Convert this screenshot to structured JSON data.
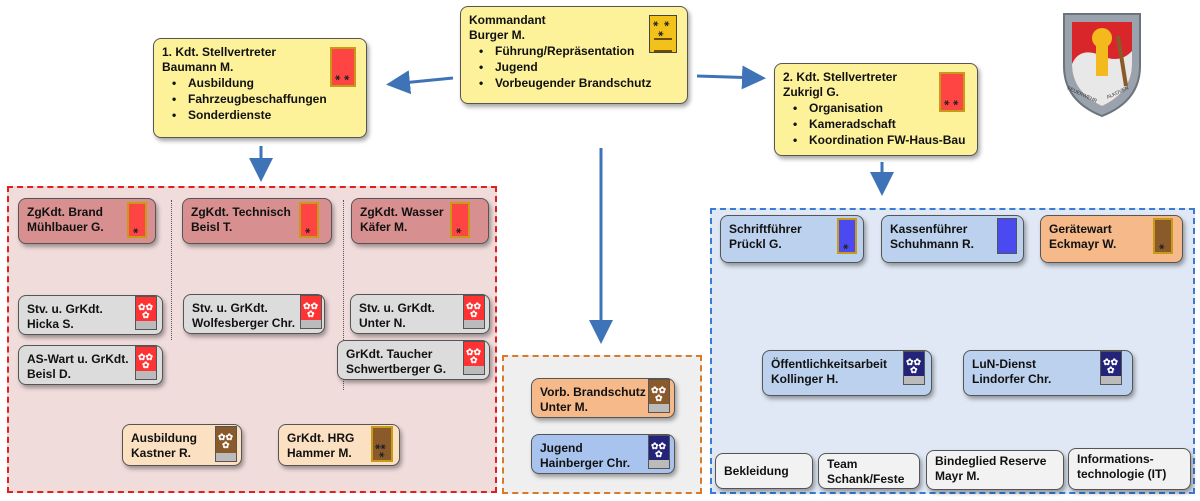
{
  "commander": {
    "title": "Kommandant",
    "name": "Burger M.",
    "duties": [
      "Führung/Repräsentation",
      "Jugend",
      "Vorbeugender Brandschutz"
    ]
  },
  "deputy1": {
    "title": "1. Kdt. Stellvertreter",
    "name": "Baumann M.",
    "duties": [
      "Ausbildung",
      "Fahrzeugbeschaffungen",
      "Sonderdienste"
    ]
  },
  "deputy2": {
    "title": "2. Kdt. Stellvertreter",
    "name": "Zukrigl G.",
    "duties": [
      "Organisation",
      "Kameradschaft",
      "Koordination FW-Haus-Bau"
    ]
  },
  "red_group": {
    "zug1": {
      "role": "ZgKdt. Brand",
      "name": "Mühlbauer G."
    },
    "zug2": {
      "role": "ZgKdt. Technisch",
      "name": "Beisl T."
    },
    "zug3": {
      "role": "ZgKdt. Wasser",
      "name": "Käfer M."
    },
    "stv1": {
      "role": "Stv. u. GrKdt.",
      "name": "Hicka S."
    },
    "aswart": {
      "role": "AS-Wart u. GrKdt.",
      "name": "Beisl D."
    },
    "stv2": {
      "role": "Stv. u. GrKdt.",
      "name": "Wolfesberger Chr."
    },
    "stv3": {
      "role": "Stv. u. GrKdt.",
      "name": "Unter N."
    },
    "taucher": {
      "role": "GrKdt. Taucher",
      "name": "Schwertberger G."
    },
    "ausbildung": {
      "role": "Ausbildung",
      "name": "Kastner R."
    },
    "hrg": {
      "role": "GrKdt. HRG",
      "name": "Hammer M."
    }
  },
  "orange_group": {
    "vorb": {
      "role": "Vorb. Brandschutz",
      "name": "Unter M."
    },
    "jugend": {
      "role": "Jugend",
      "name": "Hainberger Chr."
    }
  },
  "blue_group": {
    "schrift": {
      "role": "Schriftführer",
      "name": "Prückl G."
    },
    "kassen": {
      "role": "Kassenführer",
      "name": "Schuhmann R."
    },
    "geraete": {
      "role": "Gerätewart",
      "name": "Eckmayr W."
    },
    "oeff": {
      "role": "Öffentlichkeitsarbeit",
      "name": "Kollinger H."
    },
    "lun": {
      "role": "LuN-Dienst",
      "name": "Lindorfer Chr."
    },
    "bekleidung": {
      "line1": "Bekleidung"
    },
    "team": {
      "line1": "Team",
      "line2": "Schank/Feste"
    },
    "bindeglied": {
      "line1": "Bindeglied Reserve",
      "line2": "Mayr M."
    },
    "it": {
      "line1": "Informations-",
      "line2": "technologie (IT)"
    }
  },
  "colors": {
    "red_border": "#e02020",
    "orange_border": "#d87a28",
    "blue_border": "#3a7bd5",
    "arrow": "#3f73b8"
  },
  "logo": {
    "top_text": "FEUERWEHR",
    "bottom_text": "ALKOVEN"
  }
}
